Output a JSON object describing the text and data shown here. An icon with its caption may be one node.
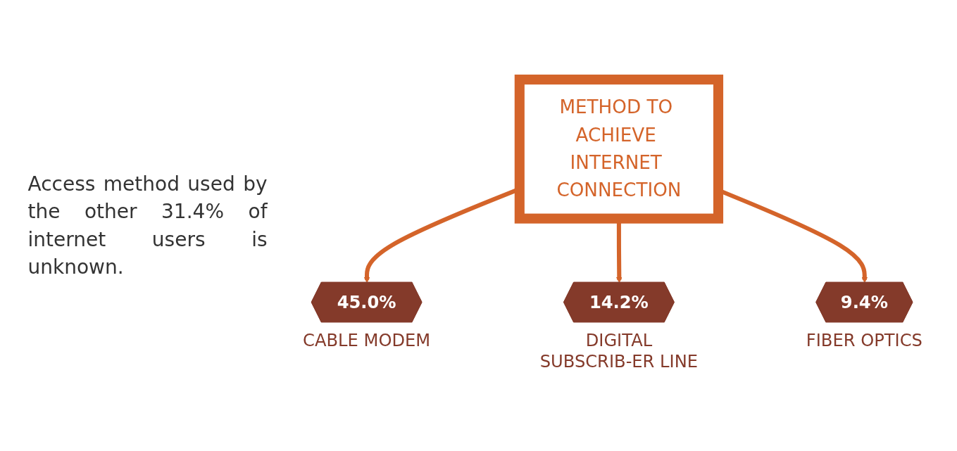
{
  "diagram": {
    "nodes": [
      {
        "text": [
          "METHOD TO ACHIEVE INTERNET CONNECTION"
        ]
      },
      {
        "text": [
          "45.0%"
        ],
        "beside": [
          "CABLE MODEM"
        ]
      },
      {
        "text": [
          "14.2%"
        ],
        "beside": [
          "DIGITAL SUBSCRIB-ER LINE"
        ]
      },
      {
        "text": [
          "9.4%"
        ],
        "beside": [
          "FIBER OPTICS"
        ]
      }
    ],
    "edges": [
      {
        "from": 0,
        "to": 1,
        "arrow": "to"
      },
      {
        "from": 0,
        "to": 2,
        "arrow": "to"
      },
      {
        "from": 0,
        "to": 3,
        "arrow": "to"
      }
    ],
    "labels": [
      "Access method used by the other 31.4% of internet users is unknown."
    ]
  }
}
